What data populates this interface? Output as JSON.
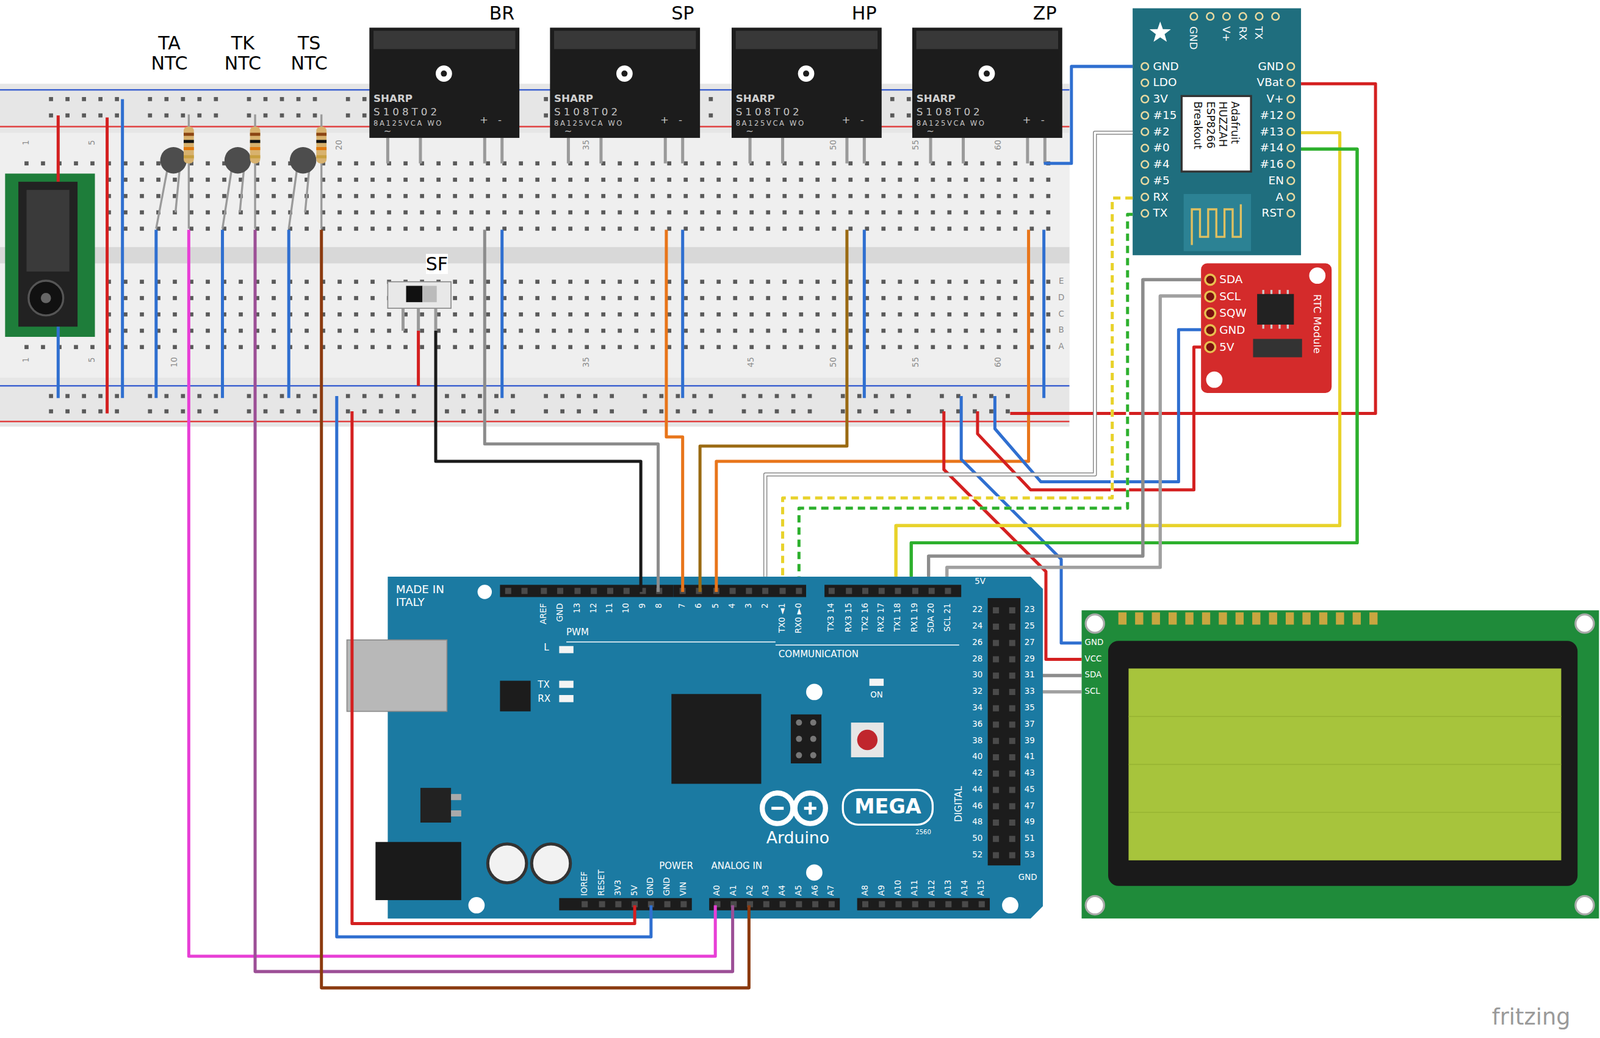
{
  "diagram": {
    "nodes": [
      {
        "text": [
          "TA NTC"
        ]
      },
      {
        "text": [
          "TK NTC"
        ]
      },
      {
        "text": [
          "TS NTC"
        ]
      },
      {
        "text": [
          "BR",
          "SHARP",
          "S108T02",
          "8A125VCA WO",
          "~",
          "+",
          "-"
        ]
      },
      {
        "text": [
          "SP",
          "SHARP",
          "S108T02",
          "8A125VCA WO",
          "~",
          "+",
          "-"
        ]
      },
      {
        "text": [
          "HP",
          "SHARP",
          "S108T02",
          "8A125VCA WO",
          "~",
          "+",
          "-"
        ]
      },
      {
        "text": [
          "ZP",
          "SHARP",
          "S108T02",
          "8A125VCA WO",
          "~",
          "+",
          "-"
        ]
      },
      {
        "text": [
          "GND",
          "V+",
          "RX",
          "TX",
          "GND",
          "LDO",
          "3V",
          "#15",
          "#2",
          "#0",
          "#4",
          "#5",
          "RX",
          "TX",
          "GND",
          "VBat",
          "V+",
          "#12",
          "#13",
          "#14",
          "#16",
          "EN",
          "A",
          "RST",
          "Adafruit HUZZAH ESP8266 Breakout"
        ]
      },
      {
        "text": [
          "SF"
        ]
      },
      {
        "text": [
          "SDA",
          "SCL",
          "SQW",
          "GND",
          "5V",
          "RTC Module"
        ]
      },
      {
        "text": [
          "MADE IN ITALY",
          "AREF",
          "GND",
          "13",
          "12",
          "11",
          "10",
          "9",
          "8",
          "7",
          "6",
          "5",
          "4",
          "3",
          "2",
          "TX0 ◄1",
          "RX0 ►0",
          "TX3 14",
          "RX3 15",
          "TX2 16",
          "RX2 17",
          "TX1 18",
          "RX1 19",
          "SDA 20",
          "SCL 21",
          "PWM",
          "L",
          "TX",
          "RX",
          "ON",
          "COMMUNICATION",
          "5V",
          "22",
          "24",
          "26",
          "28",
          "30",
          "32",
          "34",
          "36",
          "38",
          "40",
          "42",
          "44",
          "46",
          "48",
          "50",
          "52",
          "23",
          "25",
          "27",
          "29",
          "31",
          "33",
          "35",
          "37",
          "39",
          "41",
          "43",
          "45",
          "47",
          "49",
          "51",
          "53",
          "GND",
          "DIGITAL",
          "IOREF",
          "RESET",
          "3V3",
          "5V",
          "GND",
          "GND",
          "VIN",
          "POWER",
          "ANALOG IN",
          "A0",
          "A1",
          "A2",
          "A3",
          "A4",
          "A5",
          "A6",
          "A7",
          "A8",
          "A9",
          "A10",
          "A11",
          "A12",
          "A13",
          "A14",
          "A15",
          "Arduino",
          "MEGA",
          "2560"
        ]
      },
      {
        "text": [
          "GND",
          "VCC",
          "SDA",
          "SCL"
        ]
      }
    ],
    "edges": [
      {
        "from": 7,
        "to": 10,
        "arrow": "none"
      },
      {
        "from": 7,
        "to": 10,
        "arrow": "none"
      },
      {
        "from": 7,
        "to": 10,
        "arrow": "none"
      },
      {
        "from": 7,
        "to": 10,
        "arrow": "none"
      },
      {
        "from": 7,
        "to": 10,
        "arrow": "none"
      },
      {
        "from": 9,
        "to": 10,
        "arrow": "none"
      },
      {
        "from": 9,
        "to": 10,
        "arrow": "none"
      },
      {
        "from": 11,
        "to": 10,
        "arrow": "none"
      },
      {
        "from": 11,
        "to": 10,
        "arrow": "none"
      }
    ],
    "labels": [
      "1",
      "5",
      "20",
      "35",
      "50",
      "55",
      "60",
      "1",
      "5",
      "10",
      "35",
      "45",
      "50",
      "55",
      "60",
      "E",
      "D",
      "C",
      "B",
      "A",
      "fritzing"
    ]
  }
}
